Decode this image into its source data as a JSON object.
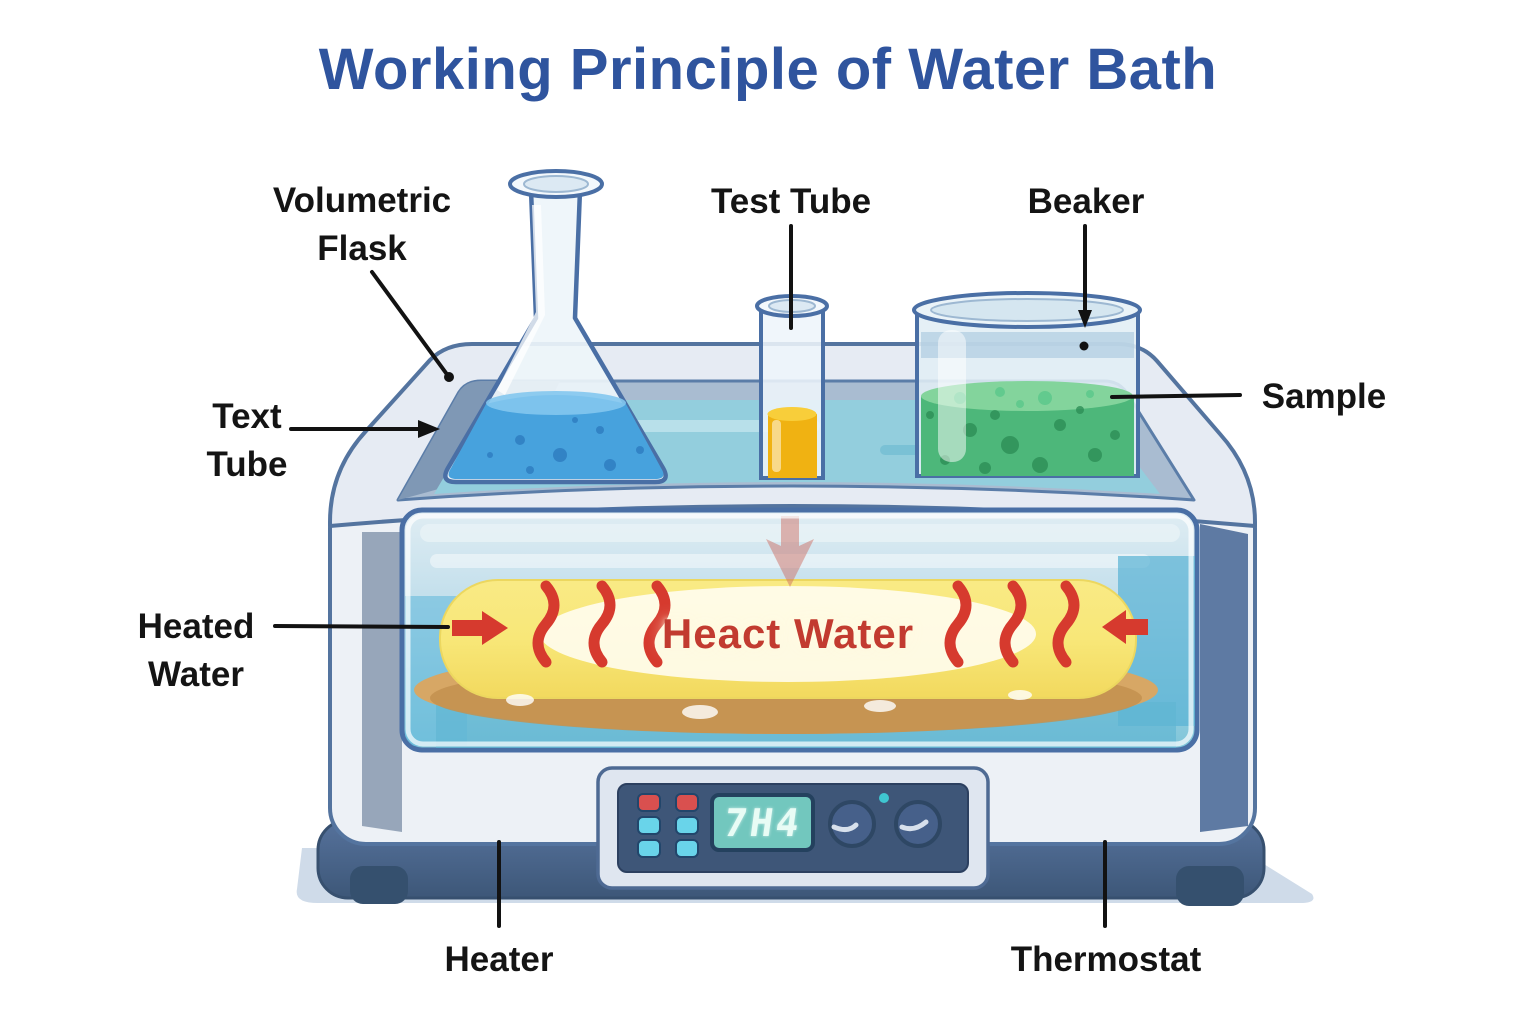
{
  "title": "Working Principle of Water Bath",
  "labels": {
    "volumetric_flask": {
      "line1": "Volumetric",
      "line2": "Flask"
    },
    "test_tube": "Test Tube",
    "beaker": "Beaker",
    "sample": "Sample",
    "text_tube": {
      "line1": "Text",
      "line2": "Tube"
    },
    "heated_water": {
      "line1": "Heated",
      "line2": "Water"
    },
    "heater": "Heater",
    "thermostat": "Thermostat"
  },
  "diagram": {
    "heat_caption": "Heact Water",
    "control_panel": {
      "display_value": "7H4",
      "button_rows": 3,
      "button_columns": 2,
      "button_colors": [
        "#d9504f",
        "#69d4ea",
        "#69d4ea"
      ],
      "knob_count": 2,
      "indicator_color": "#3fc6d1"
    },
    "colors": {
      "title_text": "#2f549e",
      "label_text": "#141414",
      "heat_caption_text": "#c23b30",
      "glass_outline": "#4a6fa5",
      "bath_water_surface": "#93cedd",
      "window_water": "#7ec5d9",
      "heater_plate_yellow": "#f7e26e",
      "heater_base_tan": "#d7a765",
      "heat_squiggle_red": "#d63a2e",
      "flask_liquid_blue": "#47a2dd",
      "beaker_liquid_green": "#4db77b",
      "test_tube_liquid_yellow": "#f0b212",
      "panel_navy": "#3e5678",
      "lcd_teal": "#72c7be",
      "base_slate": "#4b6488"
    }
  }
}
